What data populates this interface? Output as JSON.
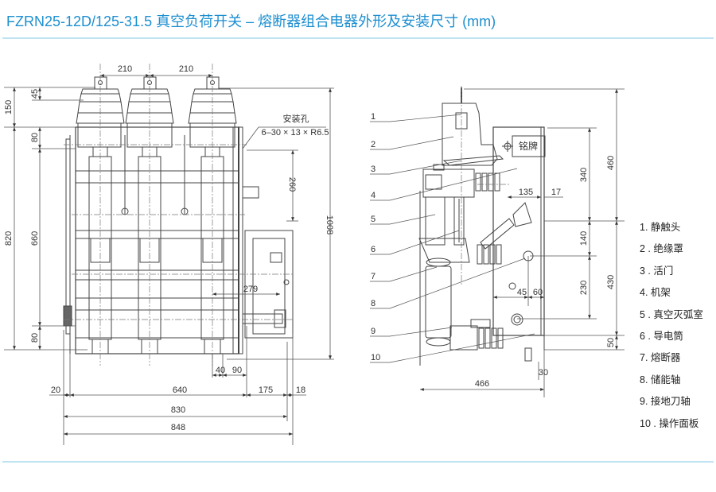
{
  "title": "FZRN25-12D/125-31.5 真空负荷开关 – 熔断器组合电器外形及安装尺寸 (mm)",
  "colors": {
    "title": "#1d8fd0",
    "rule": "#bfe3f2",
    "line": "#444444",
    "dim": "#555555"
  },
  "front_view": {
    "horizontal_dims": {
      "pole_spacing_1": "210",
      "pole_spacing_2": "210",
      "left_offset": "20",
      "span_640": "640",
      "right_175": "175",
      "right_18": "18",
      "overall_830": "830",
      "overall_848": "848",
      "dim_40": "40",
      "dim_90": "90",
      "dim_279": "279"
    },
    "vertical_dims": {
      "top_45": "45",
      "top_150": "150",
      "dim_80_top": "80",
      "dim_820": "820",
      "dim_660": "660",
      "dim_80_bottom": "80",
      "dim_260": "260",
      "dim_1008": "1008"
    },
    "mounting_hole": {
      "label": "安装孔",
      "spec": "6–30 × 13 × R6.5"
    }
  },
  "side_view": {
    "nameplate": "铭牌",
    "callouts": [
      "1",
      "2",
      "3",
      "4",
      "5",
      "6",
      "7",
      "8",
      "9",
      "10"
    ],
    "horizontal_dims": {
      "dim_135": "135",
      "dim_17": "17",
      "dim_45": "45",
      "dim_60": "60",
      "dim_30": "30",
      "dim_466": "466"
    },
    "vertical_dims": {
      "dim_460": "460",
      "dim_340": "340",
      "dim_140": "140",
      "dim_230": "230",
      "dim_430": "430",
      "dim_50": "50"
    }
  },
  "legend": [
    {
      "num": "1.",
      "label": "静触头"
    },
    {
      "num": "2 .",
      "label": "绝缘罩"
    },
    {
      "num": "3 .",
      "label": "活门"
    },
    {
      "num": "4.",
      "label": "机架"
    },
    {
      "num": "5 .",
      "label": "真空灭弧室"
    },
    {
      "num": "6 .",
      "label": "导电筒"
    },
    {
      "num": "7.",
      "label": "熔断器"
    },
    {
      "num": "8.",
      "label": "储能轴"
    },
    {
      "num": "9.",
      "label": "接地刀轴"
    },
    {
      "num": "10 .",
      "label": "操作面板"
    }
  ]
}
